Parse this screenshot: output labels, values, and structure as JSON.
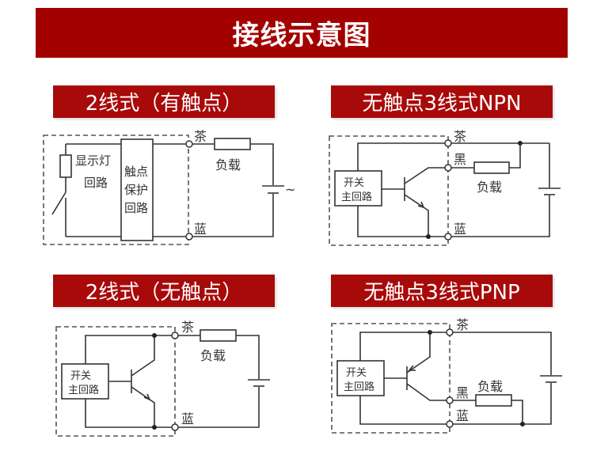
{
  "title": "接线示意图",
  "diagrams": [
    {
      "heading": "2线式（有触点）",
      "labels": {
        "brown": "茶",
        "blue": "蓝",
        "load": "负载",
        "indicator_line1": "显示灯",
        "indicator_line2": "回路",
        "protect_line1": "触点",
        "protect_line2": "保护",
        "protect_line3": "回路",
        "ac": "~"
      }
    },
    {
      "heading": "无触点3线式NPN",
      "labels": {
        "brown": "茶",
        "black": "黑",
        "blue": "蓝",
        "load": "负载",
        "main_line1": "开关",
        "main_line2": "主回路"
      }
    },
    {
      "heading": "2线式（无触点）",
      "labels": {
        "brown": "茶",
        "blue": "蓝",
        "load": "负载",
        "main_line1": "开关",
        "main_line2": "主回路"
      }
    },
    {
      "heading": "无触点3线式PNP",
      "labels": {
        "brown": "茶",
        "black": "黑",
        "blue": "蓝",
        "load": "负载",
        "main_line1": "开关",
        "main_line2": "主回路"
      }
    }
  ],
  "colors": {
    "banner": "#a30000",
    "wire": "#333333"
  }
}
